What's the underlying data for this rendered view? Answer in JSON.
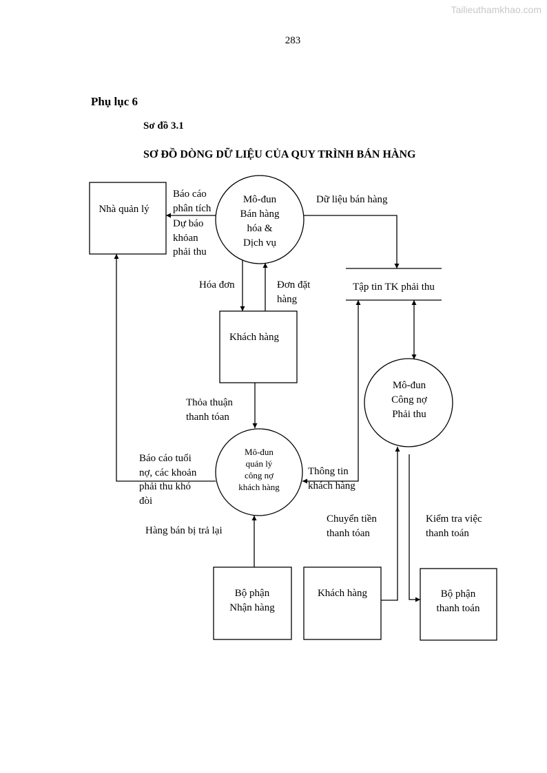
{
  "watermark": "Tailieuthamkhao.com",
  "page_number": "283",
  "appendix_title": "Phụ lục 6",
  "figure_number": "Sơ đồ 3.1",
  "diagram_title": "SƠ ĐỒ DÒNG DỮ LIỆU CỦA QUY TRÌNH BÁN HÀNG",
  "nodes": {
    "manager": "Nhà quản lý",
    "sales_module": [
      "Mô-đun",
      "Bán hàng",
      "hóa &",
      "Dịch vụ"
    ],
    "customer_top": "Khách hàng",
    "ar_file": "Tập tin TK phải thu",
    "debt_module": [
      "Mô-đun",
      "quản lý",
      "công nợ",
      "khách hàng"
    ],
    "receivable_module": [
      "Mô-đun",
      "Công nợ",
      "Phải thu"
    ],
    "receiving_dept": [
      "Bộ phận",
      "Nhận hàng"
    ],
    "customer_bottom": "Khách hàng",
    "payment_dept": [
      "Bộ phận",
      "thanh toán"
    ]
  },
  "flows": {
    "analysis_report": [
      "Báo cáo",
      "phân tích"
    ],
    "forecast": [
      "Dự báo",
      "khỏan",
      "phải thu"
    ],
    "sales_data": "Dữ liệu bán hàng",
    "invoice": "Hóa đơn",
    "order": [
      "Đơn đặt",
      "hàng"
    ],
    "payment_agreement": [
      "Thỏa thuận",
      "thanh tóan"
    ],
    "aging_report": [
      "Báo cáo tuổi",
      "nợ, các khoản",
      "phải thu khó",
      "đòi"
    ],
    "customer_info": [
      "Thông tin",
      "khách hàng"
    ],
    "returned_goods": "Hàng bán bị trả lại",
    "transfer_payment": [
      "Chuyển tiền",
      "thanh tóan"
    ],
    "check_payment": [
      "Kiểm tra việc",
      "thanh toán"
    ]
  }
}
